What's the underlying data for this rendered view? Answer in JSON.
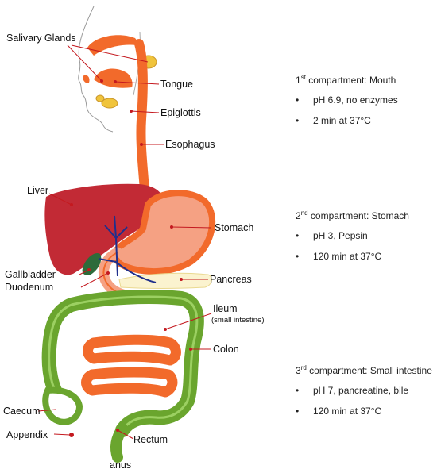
{
  "labels": {
    "salivary_glands": "Salivary Glands",
    "tongue": "Tongue",
    "epiglottis": "Epiglottis",
    "esophagus": "Esophagus",
    "liver": "Liver",
    "stomach": "Stomach",
    "gallbladder": "Gallbladder",
    "duodenum": "Duodenum",
    "pancreas": "Pancreas",
    "ileum": "Ileum",
    "ileum_note": "(small intestine)",
    "colon": "Colon",
    "caecum": "Caecum",
    "appendix": "Appendix",
    "rectum": "Rectum",
    "anus": "anus"
  },
  "compartments": [
    {
      "number": "1",
      "suffix": "st",
      "title": " compartment: Mouth",
      "bullets": [
        "pH 6.9, no enzymes",
        "2 min at 37°C"
      ]
    },
    {
      "number": "2",
      "suffix": "nd",
      "title": " compartment: Stomach",
      "bullets": [
        "pH 3, Pepsin",
        "120 min at 37°C"
      ]
    },
    {
      "number": "3",
      "suffix": "rd",
      "title": " compartment: Small intestine",
      "bullets": [
        "pH 7, pancreatine, bile",
        "120 min at 37°C"
      ]
    }
  ],
  "colors": {
    "tract": "#f26a2b",
    "stomach_fill": "#f5a183",
    "liver": "#c22a35",
    "gallbladder": "#2e6b3a",
    "colon": "#6aa52e",
    "gland": "#f0c43c",
    "vessel": "#1f2f8c",
    "pointer": "#c4191f"
  }
}
